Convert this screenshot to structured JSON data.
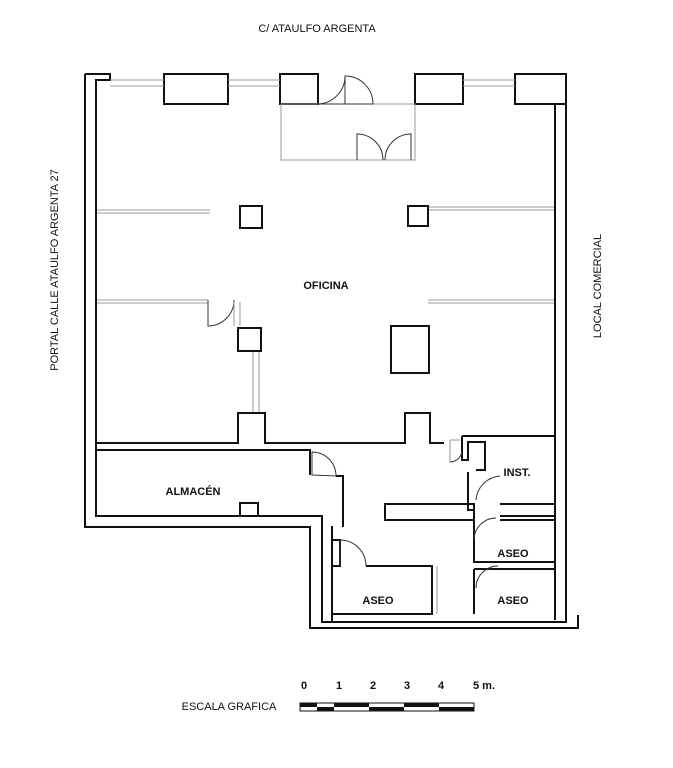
{
  "streets": {
    "top": "C/ ATAULFO ARGENTA",
    "left": "PORTAL CALLE ATAULFO ARGENTA 27",
    "right": "LOCAL COMERCIAL"
  },
  "rooms": {
    "office": "OFICINA",
    "storage": "ALMACÉN",
    "installations": "INST.",
    "restroom_1": "ASEO",
    "restroom_2": "ASEO",
    "restroom_3": "ASEO"
  },
  "scale": {
    "label": "ESCALA GRAFICA",
    "ticks": [
      "0",
      "1",
      "2",
      "3",
      "4",
      "5 m."
    ]
  }
}
